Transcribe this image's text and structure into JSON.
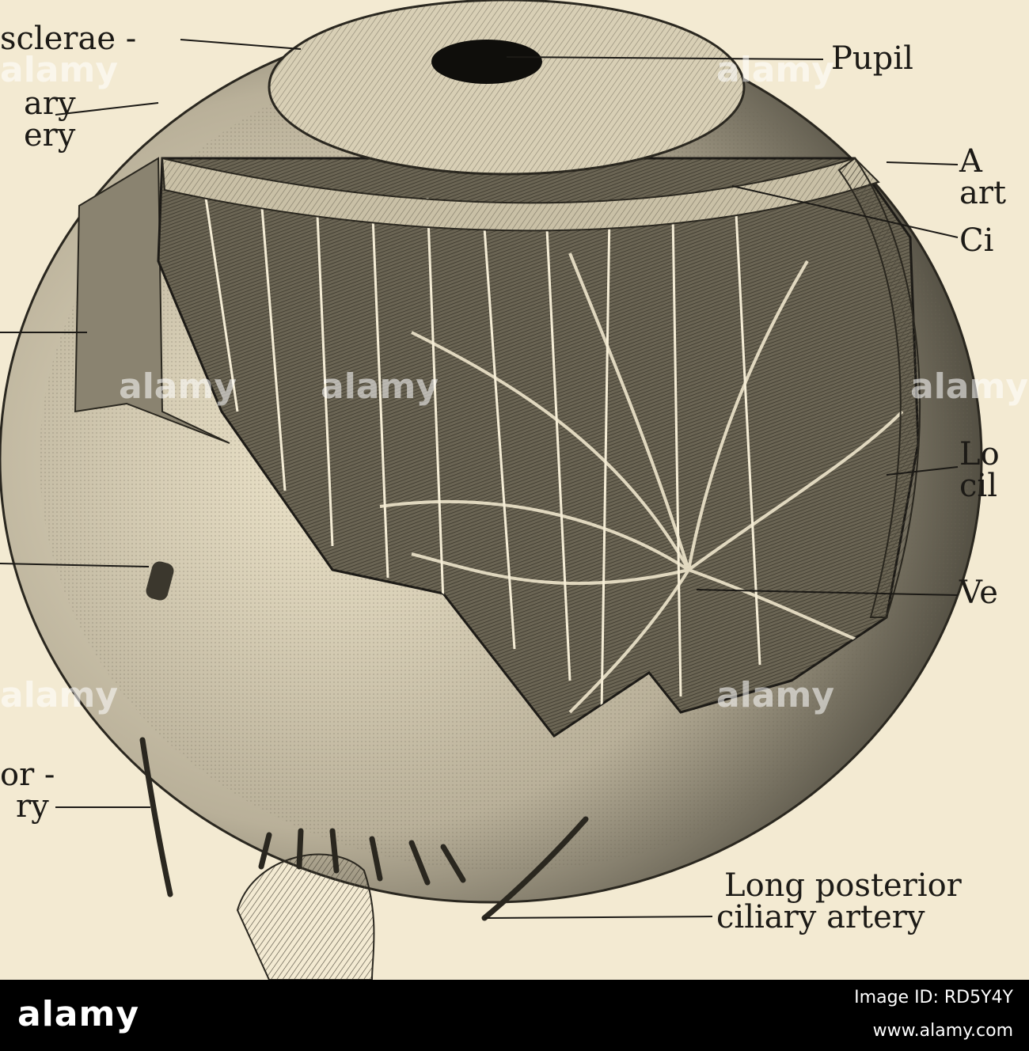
{
  "figure": {
    "labels": {
      "sinus_sclerae": "sclerae -",
      "ant_ciliary_left_1": "ary",
      "ant_ciliary_left_2": "ery",
      "pupil": "Pupil",
      "anterior_right_1": "A",
      "anterior_right_2": "art",
      "ciliary_right": "Ci",
      "long_right_1": "Lo",
      "long_right_2": "cil",
      "vena_right": "Ve",
      "short_post_1": "or -",
      "short_post_2": "ry",
      "long_posterior_1": "Long posterior",
      "long_posterior_2": "ciliary artery"
    },
    "watermarks": [
      "alamy",
      "alamy",
      "alamy",
      "alamy",
      "alamy",
      "alamy",
      "alamy"
    ]
  },
  "footer": {
    "brand": "alamy",
    "image_id": "Image ID: RD5Y4Y",
    "url": "www.alamy.com"
  }
}
